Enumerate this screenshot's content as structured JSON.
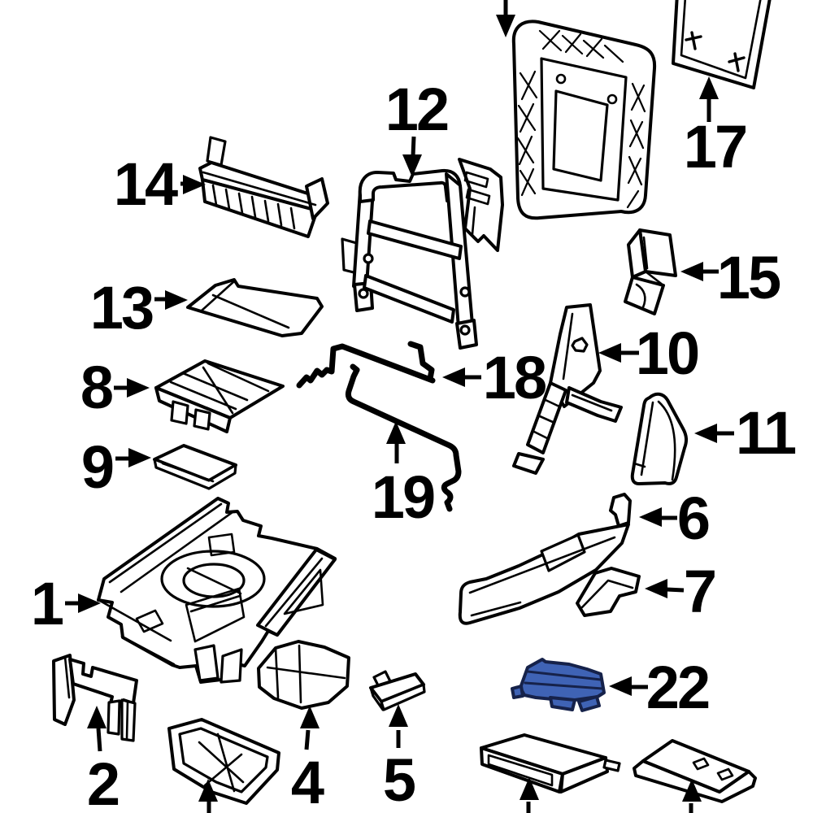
{
  "diagram": {
    "type": "exploded-parts-diagram",
    "subject": "vehicle rear seat components",
    "background_color": "#ffffff",
    "line_color": "#000000",
    "highlight_color": "#3f63b5",
    "highlight_outline_color": "#16224a",
    "highlighted_part_number": "22"
  },
  "callouts": [
    {
      "number": "1",
      "arrow_direction": "right"
    },
    {
      "number": "2",
      "arrow_direction": "up"
    },
    {
      "number": "4",
      "arrow_direction": "up"
    },
    {
      "number": "5",
      "arrow_direction": "up"
    },
    {
      "number": "6",
      "arrow_direction": "left"
    },
    {
      "number": "7",
      "arrow_direction": "left"
    },
    {
      "number": "8",
      "arrow_direction": "right"
    },
    {
      "number": "9",
      "arrow_direction": "right"
    },
    {
      "number": "10",
      "arrow_direction": "left"
    },
    {
      "number": "11",
      "arrow_direction": "left"
    },
    {
      "number": "12",
      "arrow_direction": "down"
    },
    {
      "number": "13",
      "arrow_direction": "right"
    },
    {
      "number": "14",
      "arrow_direction": "right"
    },
    {
      "number": "15",
      "arrow_direction": "left"
    },
    {
      "number": "17",
      "arrow_direction": "up"
    },
    {
      "number": "18",
      "arrow_direction": "left"
    },
    {
      "number": "19",
      "arrow_direction": "up"
    },
    {
      "number": "22",
      "arrow_direction": "left"
    }
  ],
  "uncaptioned_arrows": [
    {
      "position": "top-center",
      "direction": "down",
      "note": "number cropped above image edge"
    },
    {
      "position": "bottom-center",
      "direction": "up",
      "note": "number cropped below image edge"
    },
    {
      "position": "bottom-right-left-box",
      "direction": "up",
      "note": "number cropped below image edge"
    },
    {
      "position": "bottom-right-right-box",
      "direction": "up",
      "note": "number cropped below image edge"
    }
  ]
}
